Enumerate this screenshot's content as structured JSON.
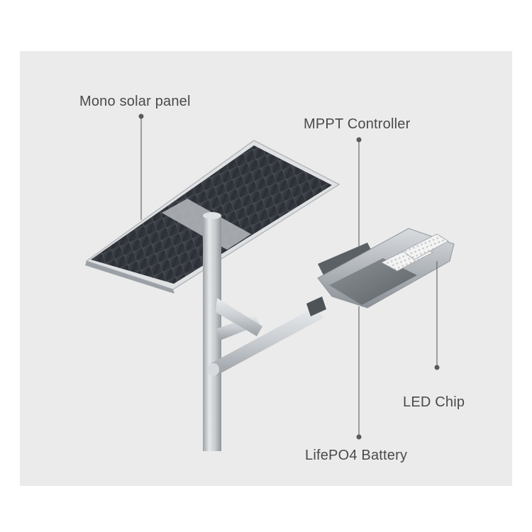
{
  "labels": {
    "solar_panel": "Mono solar panel",
    "controller": "MPPT Controller",
    "led_chip": "LED Chip",
    "battery": "LifePO4 Battery"
  },
  "colors": {
    "background": "#ebebeb",
    "text": "#4a4a4a",
    "leader": "#6a6a6a",
    "panel_cell": "#2f3339",
    "pole": "#c4c8cc"
  }
}
